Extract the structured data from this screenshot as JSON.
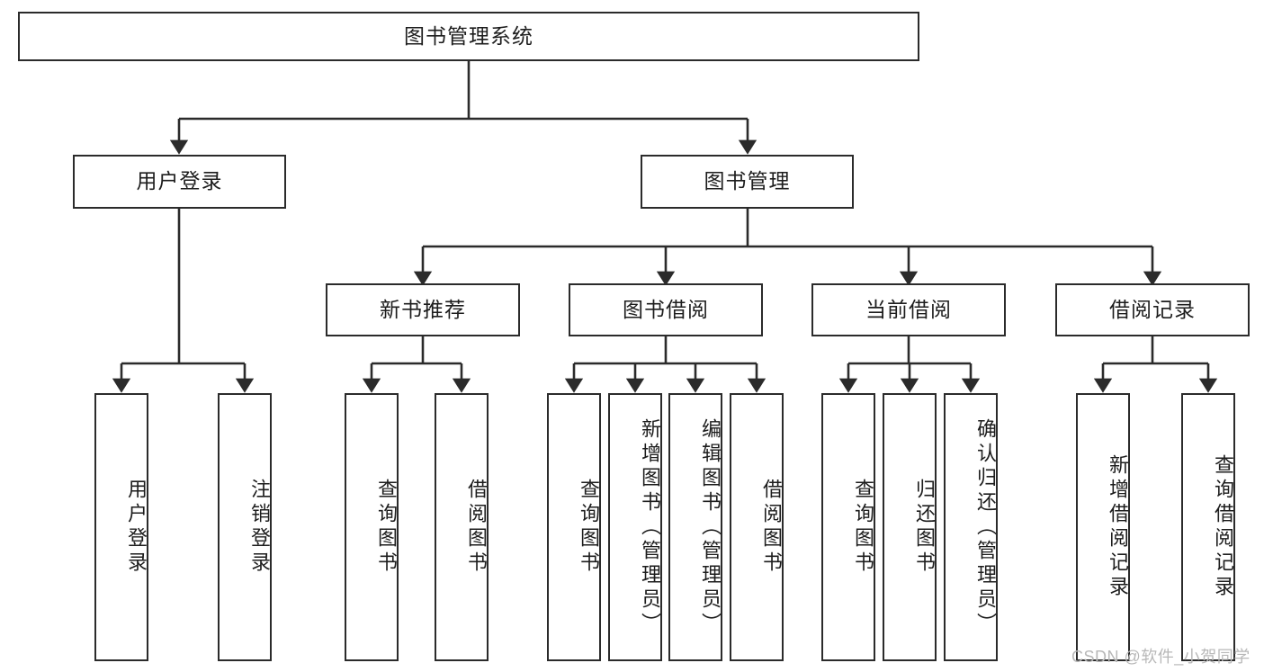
{
  "diagram": {
    "type": "hierarchy-tree",
    "title": "图书管理系统",
    "watermark": "CSDN @软件_小贺同学",
    "colors": {
      "box_border": "#2b2b2b",
      "box_fill": "#ffffff",
      "edge": "#2b2b2b",
      "text": "#1d1d1d",
      "watermark": "#b8b8b8"
    },
    "levels": {
      "level0": [
        {
          "id": "root",
          "label": "图书管理系统",
          "orientation": "horizontal"
        }
      ],
      "level1": [
        {
          "id": "user-login",
          "label": "用户登录",
          "orientation": "horizontal"
        },
        {
          "id": "book-manage",
          "label": "图书管理",
          "orientation": "horizontal"
        }
      ],
      "level2": [
        {
          "id": "new-book-recommend",
          "label": "新书推荐",
          "orientation": "horizontal",
          "parent": "book-manage"
        },
        {
          "id": "book-borrow",
          "label": "图书借阅",
          "orientation": "horizontal",
          "parent": "book-manage"
        },
        {
          "id": "current-borrow",
          "label": "当前借阅",
          "orientation": "horizontal",
          "parent": "book-manage"
        },
        {
          "id": "borrow-record",
          "label": "借阅记录",
          "orientation": "horizontal",
          "parent": "book-manage"
        }
      ],
      "leaves": [
        {
          "id": "leaf-user-login",
          "label": "用户登录",
          "orientation": "vertical",
          "parent": "user-login"
        },
        {
          "id": "leaf-logout",
          "label": "注销登录",
          "orientation": "vertical",
          "parent": "user-login"
        },
        {
          "id": "leaf-query-book-1",
          "label": "查询图书",
          "orientation": "vertical",
          "parent": "new-book-recommend"
        },
        {
          "id": "leaf-borrow-book-1",
          "label": "借阅图书",
          "orientation": "vertical",
          "parent": "new-book-recommend"
        },
        {
          "id": "leaf-query-book-2",
          "label": "查询图书",
          "orientation": "vertical",
          "parent": "book-borrow"
        },
        {
          "id": "leaf-add-book",
          "label": "新增图书（管理员）",
          "orientation": "vertical",
          "parent": "book-borrow"
        },
        {
          "id": "leaf-edit-book",
          "label": "编辑图书（管理员）",
          "orientation": "vertical",
          "parent": "book-borrow"
        },
        {
          "id": "leaf-borrow-book-2",
          "label": "借阅图书",
          "orientation": "vertical",
          "parent": "book-borrow"
        },
        {
          "id": "leaf-query-book-3",
          "label": "查询图书",
          "orientation": "vertical",
          "parent": "current-borrow"
        },
        {
          "id": "leaf-return-book",
          "label": "归还图书",
          "orientation": "vertical",
          "parent": "current-borrow"
        },
        {
          "id": "leaf-confirm-return",
          "label": "确认归还（管理员）",
          "orientation": "vertical",
          "parent": "current-borrow"
        },
        {
          "id": "leaf-add-record",
          "label": "新增借阅记录",
          "orientation": "vertical",
          "parent": "borrow-record"
        },
        {
          "id": "leaf-query-record",
          "label": "查询借阅记录",
          "orientation": "vertical",
          "parent": "borrow-record"
        }
      ]
    }
  }
}
